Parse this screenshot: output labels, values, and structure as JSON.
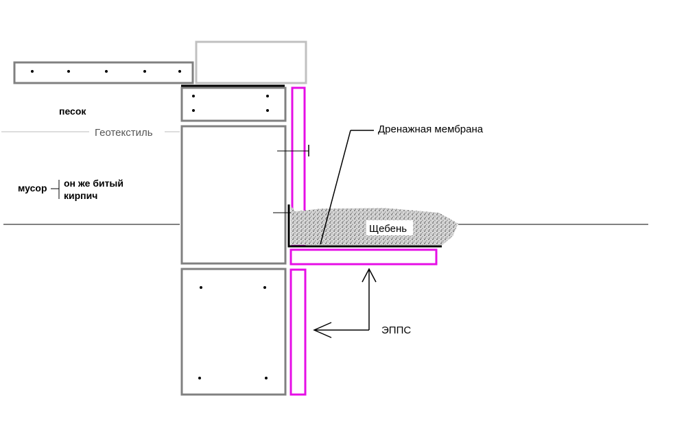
{
  "labels": {
    "sand": "песок",
    "geotextile": "Геотекстиль",
    "debris": "мусор",
    "debris_note_1": "он же битый",
    "debris_note_2": "кирпич",
    "drain_membrane": "Дренажная мембрана",
    "gravel": "Щебень",
    "xps": "ЭППС"
  },
  "colors": {
    "block_border": "#808080",
    "light_block_border": "#c0c0c0",
    "insulation": "#e60ee6",
    "line": "#000000",
    "gravel": "#a0a0a0"
  }
}
